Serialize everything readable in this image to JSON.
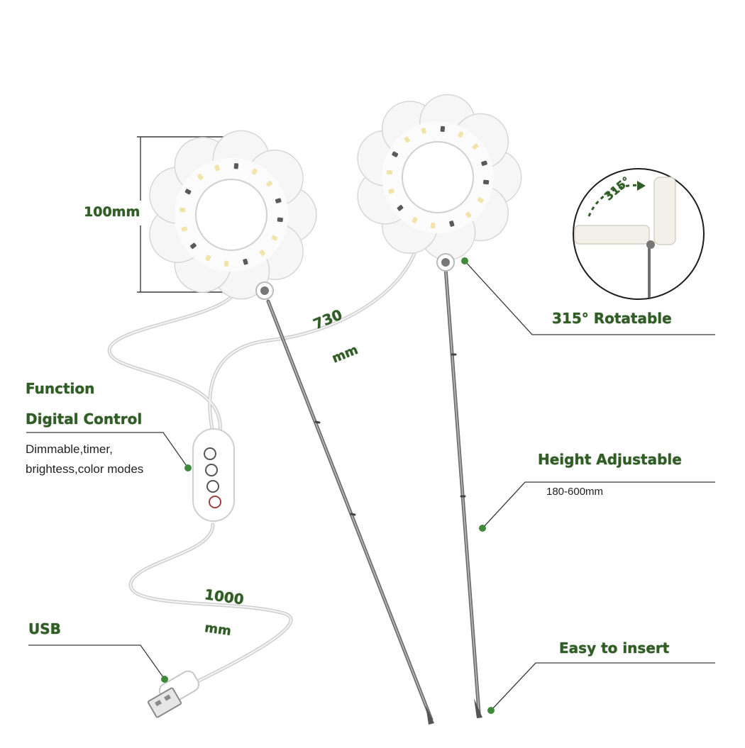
{
  "colors": {
    "label_green": "#2f5d24",
    "dot_green": "#3f8a3a",
    "pole": "#6f6f6f",
    "line": "#4a4a4a",
    "ring_shadow": "#d9d9d9"
  },
  "dimensions": {
    "ring_diameter": "100mm",
    "pole_length_value": "730",
    "pole_length_unit": "mm",
    "cable_length_value": "1000",
    "cable_length_unit": "mm",
    "rotation_angle": "315°"
  },
  "callouts": {
    "function_title": "Function",
    "digital_control": "Digital Control",
    "control_desc_line1": "Dimmable,timer,",
    "control_desc_line2": "brightess,color modes",
    "rotatable": "315° Rotatable",
    "height_adjustable": "Height Adjustable",
    "height_range": "180-600mm",
    "easy_insert": "Easy to insert",
    "usb": "USB"
  }
}
